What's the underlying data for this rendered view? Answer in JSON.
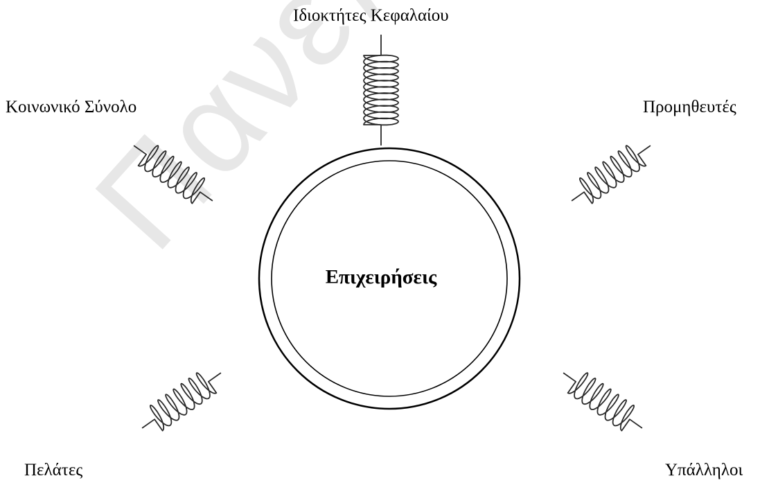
{
  "diagram": {
    "center_label": "Επιχειρήσεις",
    "stakeholders": [
      {
        "id": "top",
        "label": "Ιδιοκτήτες Κεφαλαίου"
      },
      {
        "id": "left",
        "label": "Κοινωνικό Σύνολο"
      },
      {
        "id": "right",
        "label": "Προμηθευτές"
      },
      {
        "id": "bottom-left",
        "label": "Πελάτες"
      },
      {
        "id": "bottom-right",
        "label": "Υπάλληλοι"
      }
    ],
    "watermark": "Πανεπιστήμιο",
    "colors": {
      "ink": "#000000",
      "spring": "#2a2a2a",
      "background": "#ffffff"
    }
  }
}
